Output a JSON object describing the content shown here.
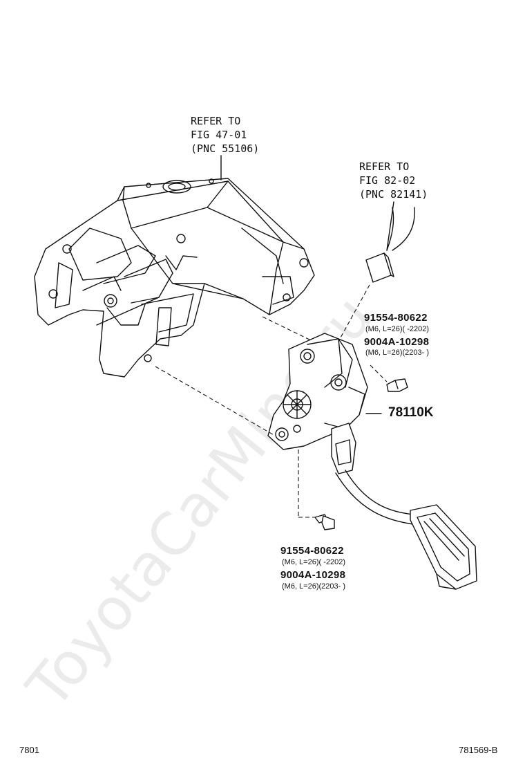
{
  "watermark": "ToyotaCarMine.ru",
  "refs": {
    "ref1": {
      "l1": "REFER TO",
      "l2": "FIG 47-01",
      "l3": "(PNC 55106)"
    },
    "ref2": {
      "l1": "REFER TO",
      "l2": "FIG 82-02",
      "l3": "(PNC 82141)"
    }
  },
  "callouts": {
    "upper": {
      "pn1": "91554-80622",
      "spec1": "(M6, L=26)(        -2202)",
      "pn2": "9004A-10298",
      "spec2": "(M6, L=26)(2203-        )"
    },
    "main_part": "78110K",
    "lower": {
      "pn1": "91554-80622",
      "spec1": "(M6, L=26)(        -2202)",
      "pn2": "9004A-10298",
      "spec2": "(M6, L=26)(2203-        )"
    }
  },
  "footer": {
    "left": "7801",
    "right": "781569-B"
  }
}
